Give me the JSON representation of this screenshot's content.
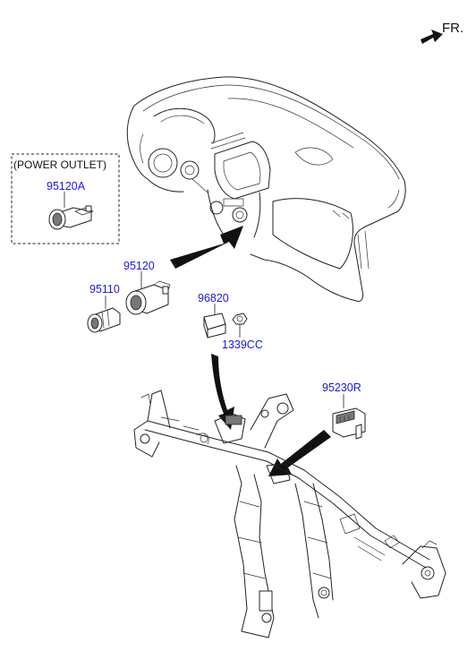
{
  "orientation": {
    "label": "FR.",
    "icon": "direction-arrow-icon"
  },
  "power_outlet_box": {
    "title": "(POWER OUTLET)"
  },
  "parts": {
    "p95120A": "95120A",
    "p95120": "95120",
    "p95110": "95110",
    "p96820": "96820",
    "p1339CC": "1339CC",
    "p95230R": "95230R"
  },
  "colors": {
    "part_number": "#1a1ad8",
    "line": "#222222",
    "background": "#ffffff"
  }
}
